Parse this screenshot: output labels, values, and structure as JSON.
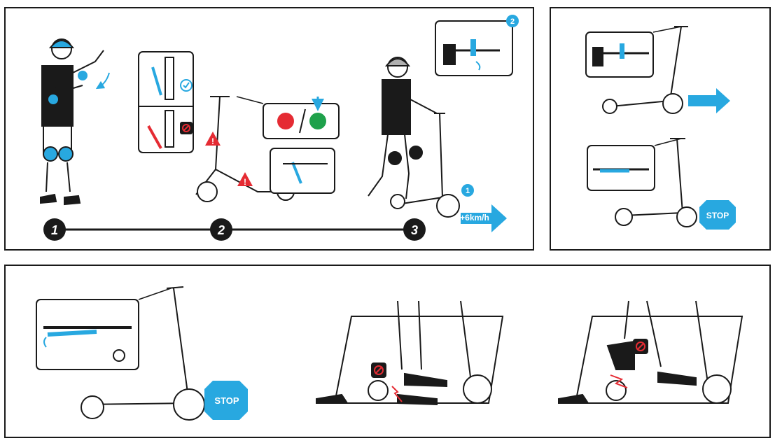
{
  "steps": [
    {
      "number": "1"
    },
    {
      "number": "2"
    },
    {
      "number": "3"
    }
  ],
  "speed_label": "+6km/h",
  "callouts": {
    "push_marker": "1",
    "throttle_marker": "2"
  },
  "stop_badges": [
    "STOP",
    "STOP"
  ],
  "colors": {
    "accent_blue": "#28a8e0",
    "warning_red": "#e52b33",
    "power_green": "#1ea14b",
    "line_dark": "#1a1a1a"
  },
  "icons": [
    "helmet-icon",
    "check-icon",
    "prohibited-icon",
    "warning-icon",
    "power-icon",
    "arrow-right-icon",
    "stop-sign-icon"
  ]
}
